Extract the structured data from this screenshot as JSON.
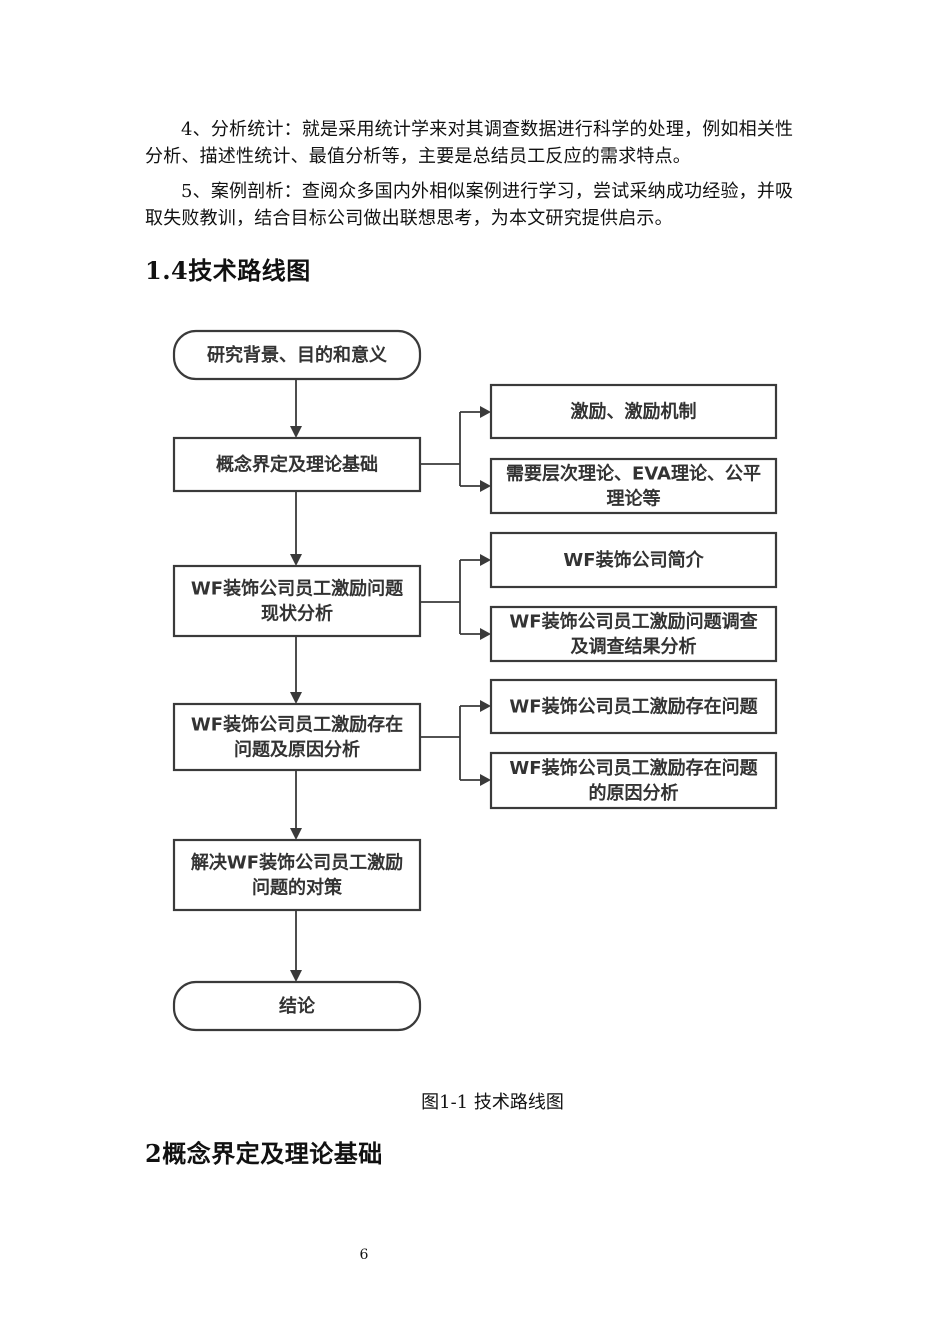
{
  "paragraphs": [
    "4、分析统计：就是采用统计学来对其调查数据进行科学的处理，例如相关性分析、描述性统计、最值分析等，主要是总结员工反应的需求特点。",
    "5、案例剖析：查阅众多国内外相似案例进行学习，尝试采纳成功经验，并吸取失败教训，结合目标公司做出联想思考，为本文研究提供启示。"
  ],
  "section_heading": "1.4技术路线图",
  "flowchart": {
    "main": [
      [
        "研究背景、目的和意义"
      ],
      [
        "概念界定及理论基础"
      ],
      [
        "WF装饰公司员工激励问题",
        "现状分析"
      ],
      [
        "WF装饰公司员工激励存在",
        "问题及原因分析"
      ],
      [
        "解决WF装饰公司员工激励",
        "问题的对策"
      ],
      [
        "结论"
      ]
    ],
    "side": [
      [
        "激励、激励机制"
      ],
      [
        "需要层次理论、EVA理论、公平",
        "理论等"
      ],
      [
        "WF装饰公司简介"
      ],
      [
        "WF装饰公司员工激励问题调查",
        "及调查结果分析"
      ],
      [
        "WF装饰公司员工激励存在问题"
      ],
      [
        "WF装饰公司员工激励存在问题",
        "的原因分析"
      ]
    ]
  },
  "figure_caption": "图1-1 技术路线图",
  "next_heading": "2概念界定及理论基础",
  "page_number": "6"
}
